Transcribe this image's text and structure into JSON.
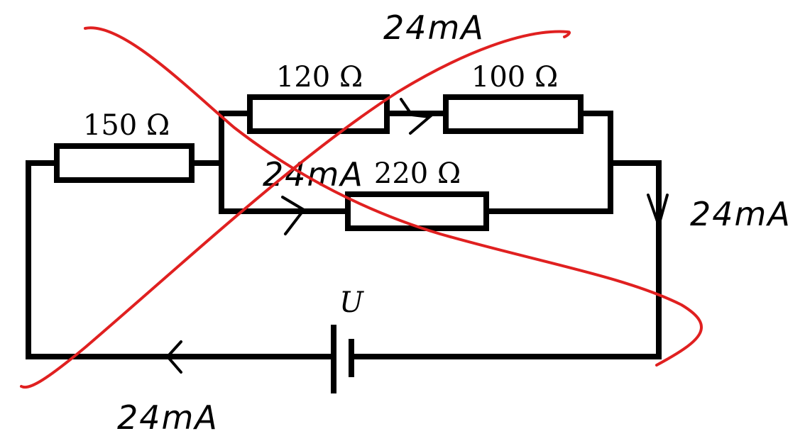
{
  "circuit": {
    "resistors": [
      {
        "id": "r1",
        "label": "150 Ω"
      },
      {
        "id": "r2",
        "label": "120 Ω"
      },
      {
        "id": "r3",
        "label": "100 Ω"
      },
      {
        "id": "r4",
        "label": "220 Ω"
      }
    ],
    "source_label": "U"
  },
  "annotations": {
    "top_current": "24mA",
    "middle_current": "24mA",
    "right_current": "24mA",
    "bottom_current": "24mA"
  },
  "colors": {
    "wire": "#000000",
    "strike": "#e02020"
  }
}
